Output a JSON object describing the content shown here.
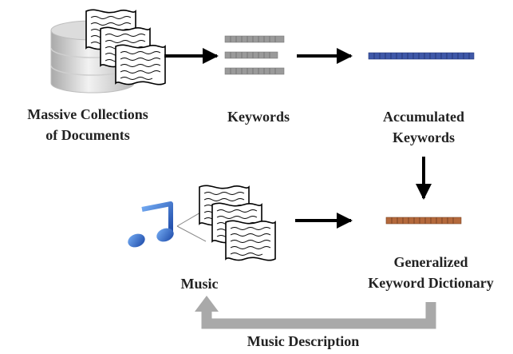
{
  "nodes": {
    "documents": {
      "label_line1": "Massive Collections",
      "label_line2": "of Documents"
    },
    "keywords": {
      "label": "Keywords"
    },
    "accumulated": {
      "label_line1": "Accumulated",
      "label_line2": "Keywords"
    },
    "dictionary": {
      "label_line1": "Generalized",
      "label_line2": "Keyword Dictionary"
    },
    "music": {
      "label": "Music"
    }
  },
  "feedback": {
    "label": "Music Description"
  },
  "icons": {
    "database": "database-icon",
    "document_stack": "document-stack-icon",
    "music_note": "music-note-icon"
  },
  "colors": {
    "keyword_bar": "#9a9a9a",
    "accumulated_bar": "#3f58a8",
    "dictionary_bar": "#b4693c",
    "feedback_arrow": "#a9a9a9",
    "arrow": "#000000",
    "music_note": "#2f67c9"
  }
}
